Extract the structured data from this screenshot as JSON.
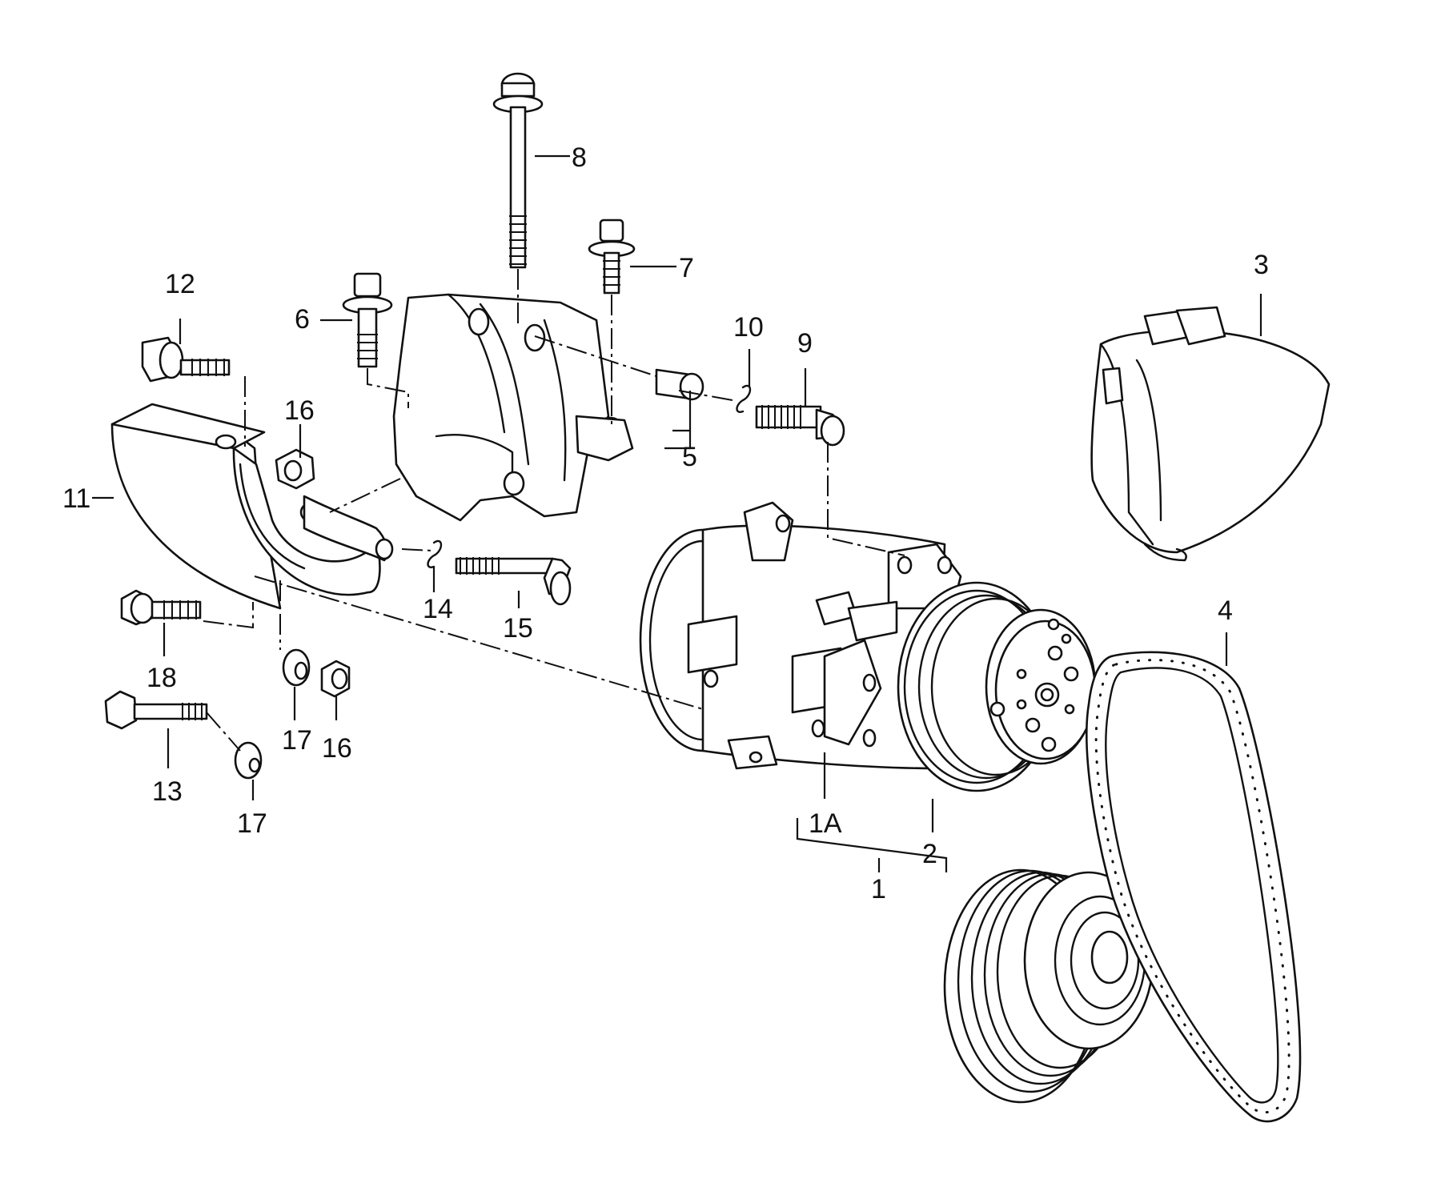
{
  "callouts": {
    "c1": "1",
    "c1A": "1A",
    "c2": "2",
    "c3": "3",
    "c4": "4",
    "c5": "5",
    "c6": "6",
    "c7": "7",
    "c8": "8",
    "c9": "9",
    "c10": "10",
    "c11": "11",
    "c12": "12",
    "c13": "13",
    "c14": "14",
    "c15": "15",
    "c16a": "16",
    "c16b": "16",
    "c17a": "17",
    "c17b": "17",
    "c18": "18"
  }
}
